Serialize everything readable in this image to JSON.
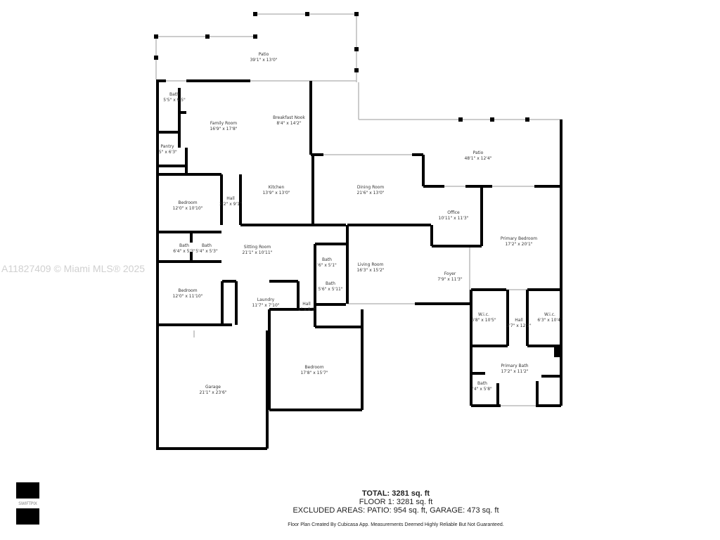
{
  "watermark": "A11827409 © Miami MLS® 2025",
  "logo": {
    "text": "SWIFTPIX"
  },
  "rooms": [
    {
      "name": "Patio",
      "size": "39'1\" x 13'0\""
    },
    {
      "name": "Bath",
      "size": "5'5\" x 9'5\""
    },
    {
      "name": "Family Room",
      "size": "16'9\" x 17'8\""
    },
    {
      "name": "Breakfast Nook",
      "size": "8'4\" x 14'2\""
    },
    {
      "name": "Pantry",
      "size": "'5\" x 6'3\""
    },
    {
      "name": "Patio",
      "size": "48'1\" x 12'4\""
    },
    {
      "name": "Bedroom",
      "size": "12'0\" x 10'10\""
    },
    {
      "name": "Hall",
      "size": "2'2\" x 9'1\""
    },
    {
      "name": "Kitchen",
      "size": "13'9\" x 13'0\""
    },
    {
      "name": "Dining Room",
      "size": "21'6\" x 13'0\""
    },
    {
      "name": "Office",
      "size": "10'11\" x 11'3\""
    },
    {
      "name": "Primary Bedroom",
      "size": "17'2\" x 20'1\""
    },
    {
      "name": "Bath",
      "size": "6'4\" x 5'3\""
    },
    {
      "name": "Bath",
      "size": "5'4\" x 5'3\""
    },
    {
      "name": "Sitting Room",
      "size": "21'1\" x 10'11\""
    },
    {
      "name": "Bath",
      "size": "'6\" x 5'1\""
    },
    {
      "name": "Living Room",
      "size": "16'3\" x 15'2\""
    },
    {
      "name": "Foyer",
      "size": "7'9\" x 11'3\""
    },
    {
      "name": "Bath",
      "size": "5'6\" x 5'11\""
    },
    {
      "name": "Bedroom",
      "size": "12'0\" x 11'10\""
    },
    {
      "name": "Laundry",
      "size": "11'7\" x 7'10\""
    },
    {
      "name": "Hall",
      "size": "'1\" x 8'1\""
    },
    {
      "name": "W.i.c.",
      "size": "6'8\" x 10'5\""
    },
    {
      "name": "Hall",
      "size": "3'7\" x 12'1\""
    },
    {
      "name": "W.i.c.",
      "size": "6'3\" x 10'4\""
    },
    {
      "name": "Bedroom",
      "size": "17'8\" x 15'7\""
    },
    {
      "name": "Primary Bath",
      "size": "17'2\" x 11'2\""
    },
    {
      "name": "Bath",
      "size": "'4\" x 5'8\""
    },
    {
      "name": "Garage",
      "size": "21'1\" x 23'6\""
    }
  ],
  "summary": {
    "total": "TOTAL: 3281 sq. ft",
    "floor1": "FLOOR 1: 3281 sq. ft",
    "excluded": "EXCLUDED AREAS: PATIO: 954 sq. ft, GARAGE: 473 sq. ft",
    "credit": "Floor Plan Created By Cubicasa App. Measurements Deemed Highly Reliable But Not Guaranteed."
  }
}
